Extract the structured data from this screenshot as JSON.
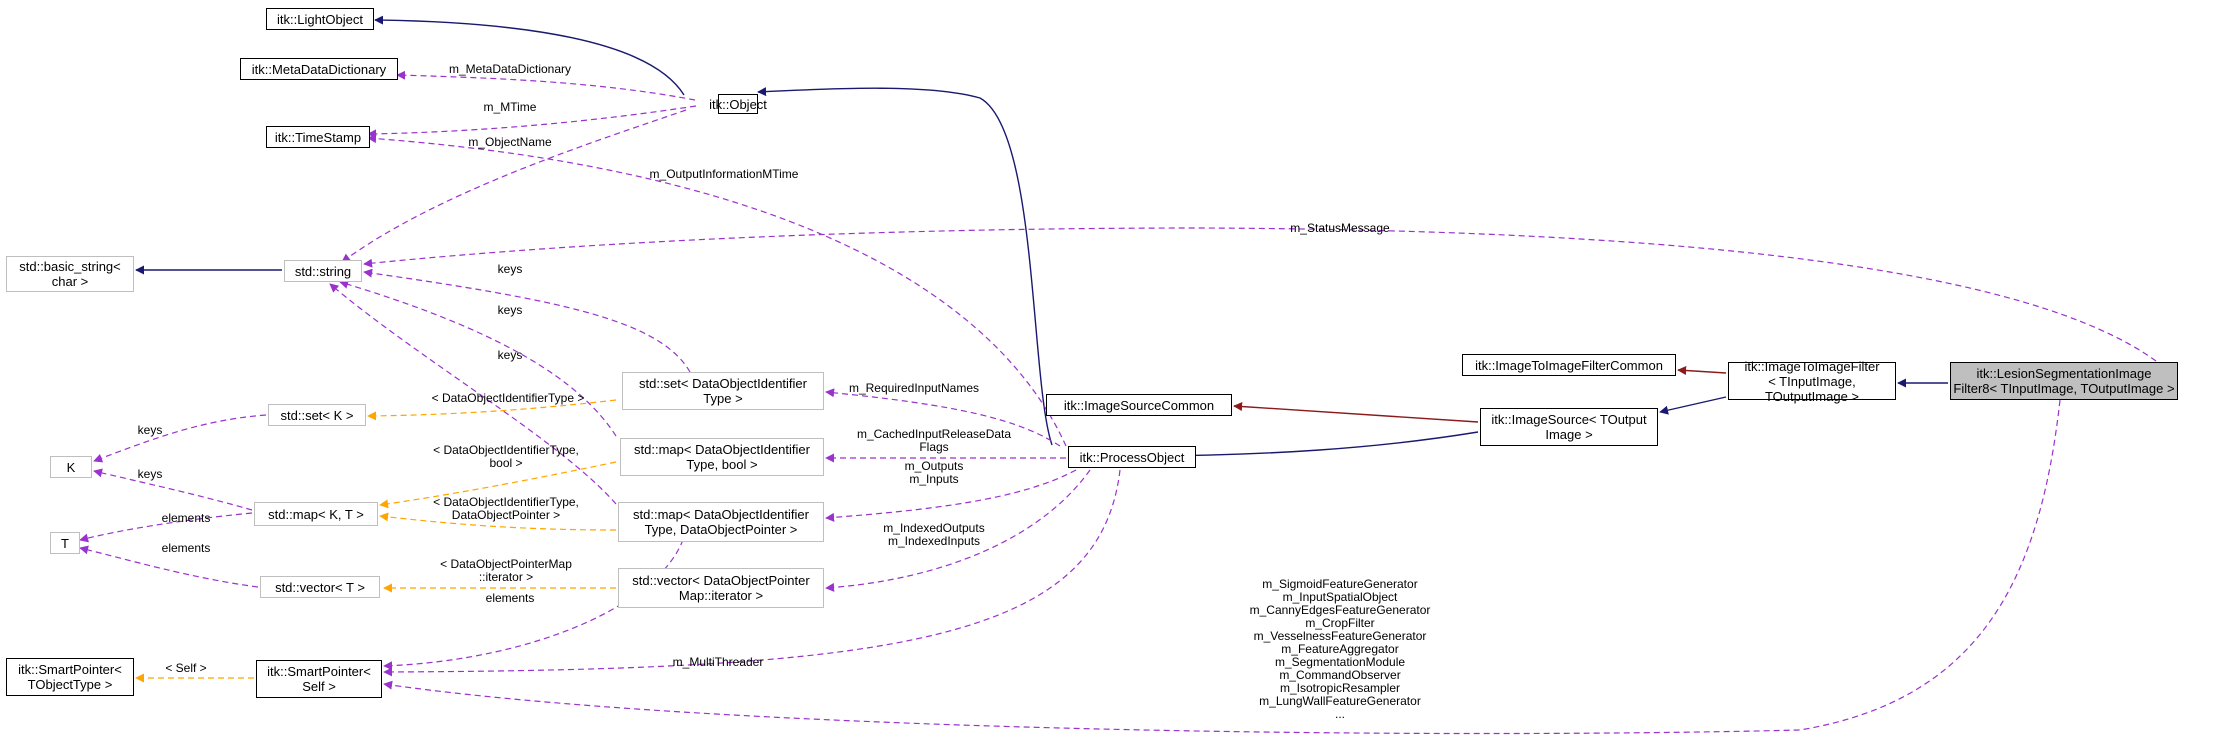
{
  "colors": {
    "inheritance": "#191970",
    "private_inheritance": "#8b1a1a",
    "usage": "#9a32cd",
    "template": "#ffa500",
    "focus_fill": "#bfbfbf",
    "undocumented_border": "#bfbfbf"
  },
  "nodes": {
    "light_object": "itk::LightObject",
    "metadata_dictionary": "itk::MetaDataDictionary",
    "object": "itk::Object",
    "time_stamp": "itk::TimeStamp",
    "basic_string": "std::basic_string<\nchar >",
    "string": "std::string",
    "set_did": "std::set< DataObjectIdentifier\nType >",
    "set_k": "std::set< K >",
    "k": "K",
    "map_kt": "std::map< K, T >",
    "t": "T",
    "vector_t": "std::vector< T >",
    "smartpointer_tobject": "itk::SmartPointer<\nTObjectType >",
    "smartpointer_self": "itk::SmartPointer<\nSelf >",
    "map_bool": "std::map< DataObjectIdentifier\nType, bool >",
    "map_dop": "std::map< DataObjectIdentifier\nType, DataObjectPointer >",
    "vector_dop": "std::vector< DataObjectPointer\nMap::iterator >",
    "process_object": "itk::ProcessObject",
    "image_source_common": "itk::ImageSourceCommon",
    "image_source": "itk::ImageSource< TOutput\nImage >",
    "image_to_image_filter_common": "itk::ImageToImageFilterCommon",
    "image_to_image_filter": "itk::ImageToImageFilter\n< TInputImage, TOutputImage >",
    "lesion_segmentation": "itk::LesionSegmentationImage\nFilter8< TInputImage, TOutputImage >"
  },
  "edge_labels": {
    "m_metadata_dictionary": "m_MetaDataDictionary",
    "m_mtime": "m_MTime",
    "m_object_name": "m_ObjectName",
    "m_output_information_mtime": "m_OutputInformationMTime",
    "m_status_message": "m_StatusMessage",
    "keys_1": "keys",
    "keys_2": "keys",
    "keys_3": "keys",
    "keys_4": "keys",
    "keys_5": "keys",
    "did_type": "< DataObjectIdentifierType >",
    "did_type_bool": "< DataObjectIdentifierType,\nbool >",
    "did_type_dop": "< DataObjectIdentifierType,\nDataObjectPointer >",
    "elements_1": "elements",
    "elements_2": "elements",
    "elements_3": "elements",
    "dop_map_iterator": "< DataObjectPointerMap\n::iterator >",
    "self": "< Self >",
    "m_required_input_names": "m_RequiredInputNames",
    "m_cached_input_release": "m_CachedInputReleaseData\nFlags",
    "m_outputs_inputs": "m_Outputs\nm_Inputs",
    "m_indexed": "m_IndexedOutputs\nm_IndexedInputs",
    "m_multi_threader": "m_MultiThreader",
    "lesion_members": "m_SigmoidFeatureGenerator\nm_InputSpatialObject\nm_CannyEdgesFeatureGenerator\nm_CropFilter\nm_VesselnessFeatureGenerator\nm_FeatureAggregator\nm_SegmentationModule\nm_CommandObserver\nm_IsotropicResampler\nm_LungWallFeatureGenerator\n..."
  }
}
